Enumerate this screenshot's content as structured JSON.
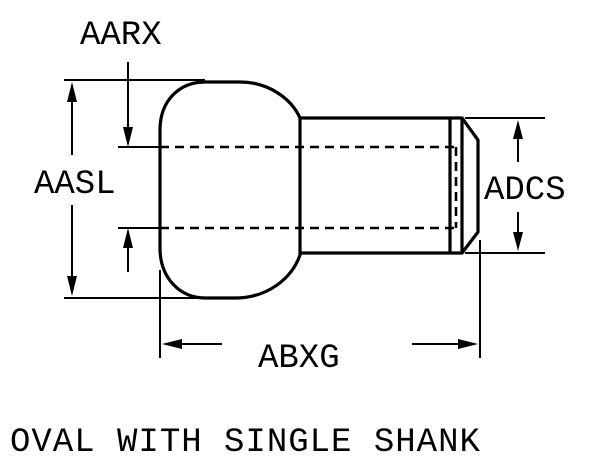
{
  "figure": {
    "dimension_labels": {
      "top": "AARX",
      "left": "AASL",
      "right": "ADCS",
      "bottom": "ABXG"
    },
    "caption": "OVAL WITH SINGLE SHANK",
    "colors": {
      "ink": "#000000",
      "background": "#ffffff"
    }
  }
}
